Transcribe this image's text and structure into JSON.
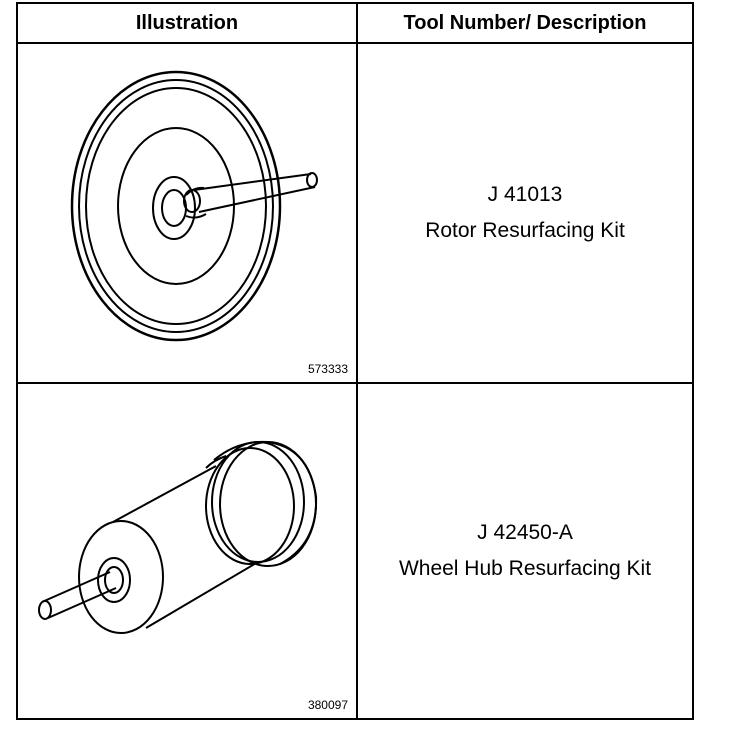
{
  "table": {
    "headers": {
      "illustration": "Illustration",
      "tool": "Tool Number/ Description"
    },
    "rows": [
      {
        "tool_number": "J 41013",
        "description": "Rotor Resurfacing Kit",
        "figure_number": "573333",
        "illustration_icon": "rotor-disc-icon"
      },
      {
        "tool_number": "J 42450-A",
        "description": "Wheel Hub Resurfacing Kit",
        "figure_number": "380097",
        "illustration_icon": "wheel-hub-tool-icon"
      }
    ]
  }
}
